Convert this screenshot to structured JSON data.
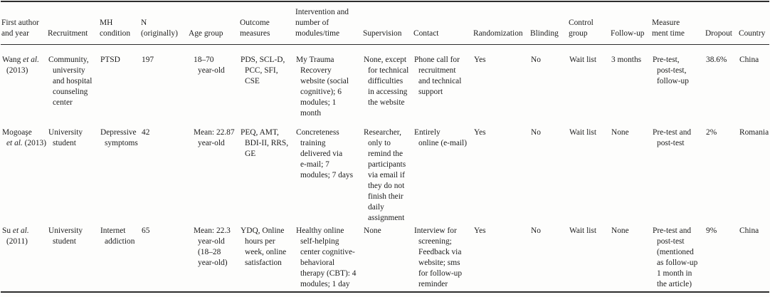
{
  "page": {
    "background_color": "#fdfdfc",
    "text_color": "#1c1c1c",
    "rule_color": "#2d2d2d"
  },
  "table": {
    "columns": [
      {
        "id": "first_author",
        "width": 65,
        "label_lines": [
          "First author",
          "and year"
        ]
      },
      {
        "id": "recruitment",
        "width": 73,
        "label_lines": [
          "Recruitment"
        ]
      },
      {
        "id": "mh_condition",
        "width": 58,
        "label_lines": [
          "MH",
          "condition"
        ]
      },
      {
        "id": "n_originally",
        "width": 67,
        "label_lines": [
          "N",
          "(originally)"
        ]
      },
      {
        "id": "age_group",
        "width": 72,
        "label_lines": [
          "Age group"
        ]
      },
      {
        "id": "outcome_measures",
        "width": 78,
        "label_lines": [
          "Outcome",
          "measures"
        ]
      },
      {
        "id": "intervention",
        "width": 95,
        "label_lines": [
          "Intervention and",
          "number of",
          "modules/time"
        ]
      },
      {
        "id": "supervision",
        "width": 71,
        "label_lines": [
          "Supervision"
        ]
      },
      {
        "id": "contact",
        "width": 84,
        "label_lines": [
          "Contact"
        ]
      },
      {
        "id": "randomization",
        "width": 80,
        "label_lines": [
          "Randomization"
        ]
      },
      {
        "id": "blinding",
        "width": 54,
        "label_lines": [
          "Blinding"
        ]
      },
      {
        "id": "control_group",
        "width": 59,
        "label_lines": [
          "Control",
          "group"
        ]
      },
      {
        "id": "follow_up",
        "width": 58,
        "label_lines": [
          "Follow-up"
        ]
      },
      {
        "id": "measurement_time",
        "width": 75,
        "label_lines": [
          "Measure",
          "ment time"
        ]
      },
      {
        "id": "dropout",
        "width": 47,
        "label_lines": [
          "Dropout"
        ]
      },
      {
        "id": "country",
        "width": 44,
        "label_lines": [
          "Country"
        ]
      }
    ],
    "rows": [
      {
        "cells": {
          "first_author": [
            {
              "text": "Wang ",
              "italic": false
            },
            {
              "text": "et al.",
              "italic": true
            },
            {
              "text": "\n(2013)",
              "italic": false
            }
          ],
          "recruitment": "Community,\nuniversity\nand hospital\ncounseling\ncenter",
          "mh_condition": "PTSD",
          "n_originally": "197",
          "age_group": "18–70\nyear-old",
          "outcome_measures": "PDS, SCL-D,\nPCC, SFI,\nCSE",
          "intervention": "My Trauma\nRecovery\nwebsite (social\ncognitive); 6\nmodules; 1\nmonth",
          "supervision": "None, except\nfor technical\ndifficulties\nin accessing\nthe website",
          "contact": "Phone call for\nrecruitment\nand technical\nsupport",
          "randomization": "Yes",
          "blinding": "No",
          "control_group": "Wait list",
          "follow_up": "3 months",
          "measurement_time": "Pre-test,\npost-test,\nfollow-up",
          "dropout": "38.6%",
          "country": "China"
        }
      },
      {
        "cells": {
          "first_author": [
            {
              "text": "Mogoaşe\n",
              "italic": false
            },
            {
              "text": "et al.",
              "italic": true
            },
            {
              "text": " (2013)",
              "italic": false
            }
          ],
          "recruitment": "University\nstudent",
          "mh_condition": "Depressive\nsymptoms",
          "n_originally": "42",
          "age_group": "Mean: 22.87\nyear-old",
          "outcome_measures": "PEQ, AMT,\nBDI-II, RRS,\nGE",
          "intervention": "Concreteness\ntraining\ndelivered via\ne-mail; 7\nmodules; 7 days",
          "supervision": "Researcher,\nonly to\nremind the\nparticipants\nvia email if\nthey do not\nfinish their\ndaily\nassignment",
          "contact": "Entirely\nonline (e-mail)",
          "randomization": "Yes",
          "blinding": "No",
          "control_group": "Wait list",
          "follow_up": "None",
          "measurement_time": "Pre-test and\npost-test",
          "dropout": "2%",
          "country": "Romania"
        }
      },
      {
        "cells": {
          "first_author": [
            {
              "text": "Su ",
              "italic": false
            },
            {
              "text": "et al.",
              "italic": true
            },
            {
              "text": "\n(2011)",
              "italic": false
            }
          ],
          "recruitment": "University\nstudent",
          "mh_condition": "Internet\naddiction",
          "n_originally": "65",
          "age_group": "Mean: 22.3\nyear-old\n(18–28\nyear-old)",
          "outcome_measures": "YDQ, Online\nhours per\nweek, online\nsatisfaction",
          "intervention": "Healthy online\nself-helping\ncenter cognitive-\nbehavioral\ntherapy (CBT): 4\nmodules; 1 day",
          "supervision": "None",
          "contact": "Interview for\nscreening;\nFeedback via\nwebsite; sms\nfor follow-up\nreminder",
          "randomization": "Yes",
          "blinding": "No",
          "control_group": "Wait list",
          "follow_up": "None",
          "measurement_time": "Pre-test and\npost-test\n(mentioned\nas follow-up\n1 month in\nthe article)",
          "dropout": "9%",
          "country": "China"
        }
      }
    ]
  }
}
